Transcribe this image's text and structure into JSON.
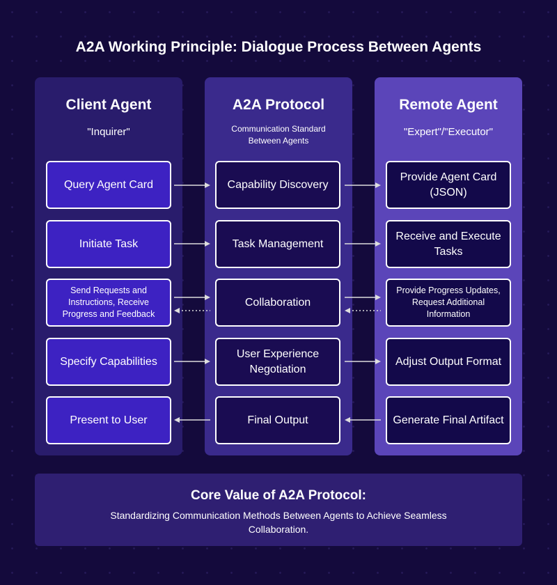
{
  "title": "A2A Working Principle: Dialogue Process Between Agents",
  "columns": [
    {
      "heading": "Client Agent",
      "subtitle": "\"Inquirer\"",
      "boxes": [
        "Query Agent Card",
        "Initiate Task",
        "Send Requests and Instructions, Receive Progress and Feedback",
        "Specify Capabilities",
        "Present to User"
      ]
    },
    {
      "heading": "A2A Protocol",
      "subtitle": "Communication Standard Between Agents",
      "boxes": [
        "Capability Discovery",
        "Task Management",
        "Collaboration",
        "User Experience Negotiation",
        "Final Output"
      ]
    },
    {
      "heading": "Remote Agent",
      "subtitle": "\"Expert\"/\"Executor\"",
      "boxes": [
        "Provide Agent Card (JSON)",
        "Receive and Execute Tasks",
        "Provide Progress Updates, Request Additional Information",
        "Adjust Output Format",
        "Generate Final Artifact"
      ]
    }
  ],
  "core": {
    "heading": "Core Value of A2A Protocol:",
    "text": "Standardizing Communication Methods Between Agents to Achieve Seamless Collaboration."
  },
  "colors": {
    "background": "#140a3c",
    "client": "#291c6c",
    "protocol": "#3a2a8c",
    "remote": "#5b45b9",
    "client_box": "#3d22c2",
    "protocol_box": "#1a0c52",
    "remote_box": "#13094a"
  }
}
